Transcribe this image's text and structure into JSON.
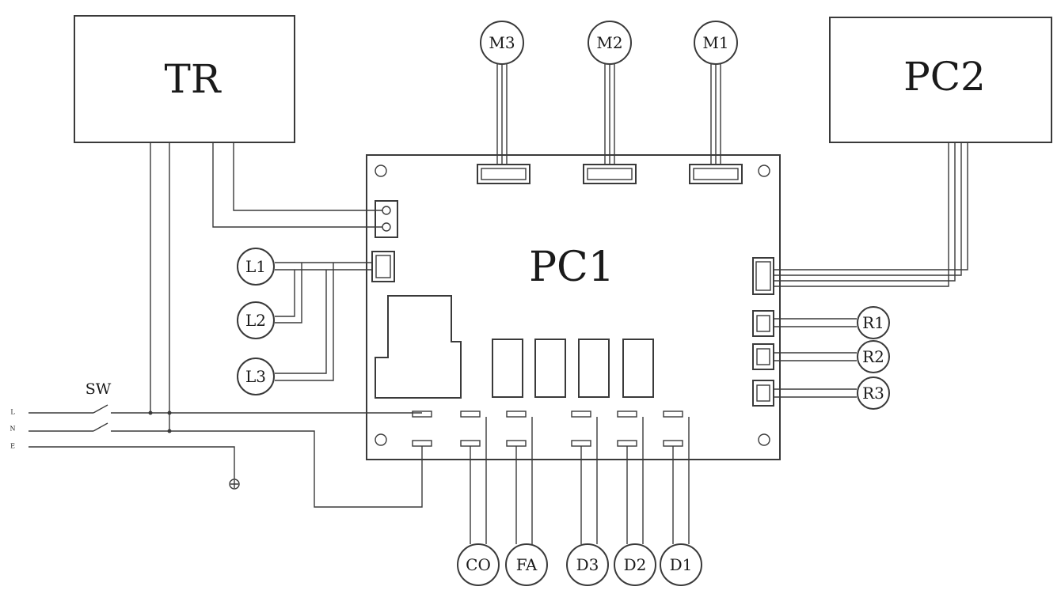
{
  "blocks": {
    "tr": "TR",
    "pc1": "PC1",
    "pc2": "PC2"
  },
  "motors": {
    "m3": "M3",
    "m2": "M2",
    "m1": "M1"
  },
  "left_components": {
    "l1": "L1",
    "l2": "L2",
    "l3": "L3"
  },
  "right_components": {
    "r1": "R1",
    "r2": "R2",
    "r3": "R3"
  },
  "bottom_components": {
    "co": "CO",
    "fa": "FA",
    "d3": "D3",
    "d2": "D2",
    "d1": "D1"
  },
  "switch": {
    "label": "SW"
  },
  "mains": {
    "l": "L",
    "n": "N",
    "e": "E"
  },
  "ground_icon": "ground-symbol"
}
